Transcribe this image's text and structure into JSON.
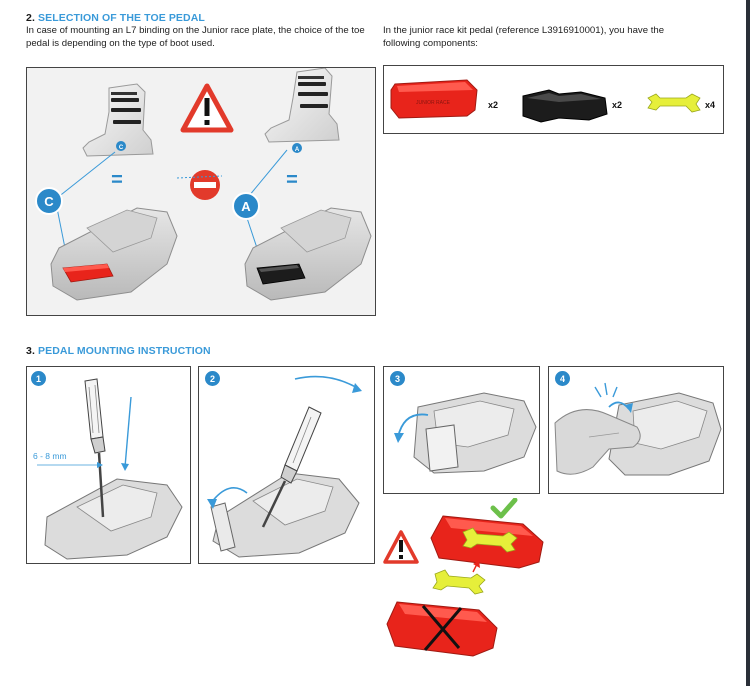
{
  "section2": {
    "number": "2.",
    "title": "SELECTION OF THE TOE PEDAL",
    "left_paragraph": "In case of mounting an L7 binding on the Junior race plate, the choice of the toe pedal is depending on the type of boot used.",
    "right_paragraph": "In the junior race kit pedal (reference L3916910001), you have the following components:",
    "labels": {
      "c": "C",
      "a": "A",
      "equals": "="
    },
    "components": [
      {
        "qty": "x2",
        "color": "#e8241b"
      },
      {
        "qty": "x2",
        "color": "#1c1c1c"
      },
      {
        "qty": "x4",
        "color": "#e6ef3a"
      }
    ],
    "pedal_stamp": "JUNIOR RACE"
  },
  "section3": {
    "number": "3.",
    "title": "PEDAL MOUNTING INSTRUCTION",
    "steps": [
      "1",
      "2",
      "3",
      "4"
    ],
    "measure": "6 - 8 mm"
  },
  "colors": {
    "accent_blue": "#3a9ad9",
    "warning_red": "#e23a2b",
    "pedal_red": "#e8241b",
    "ok_green": "#6cc04a"
  }
}
